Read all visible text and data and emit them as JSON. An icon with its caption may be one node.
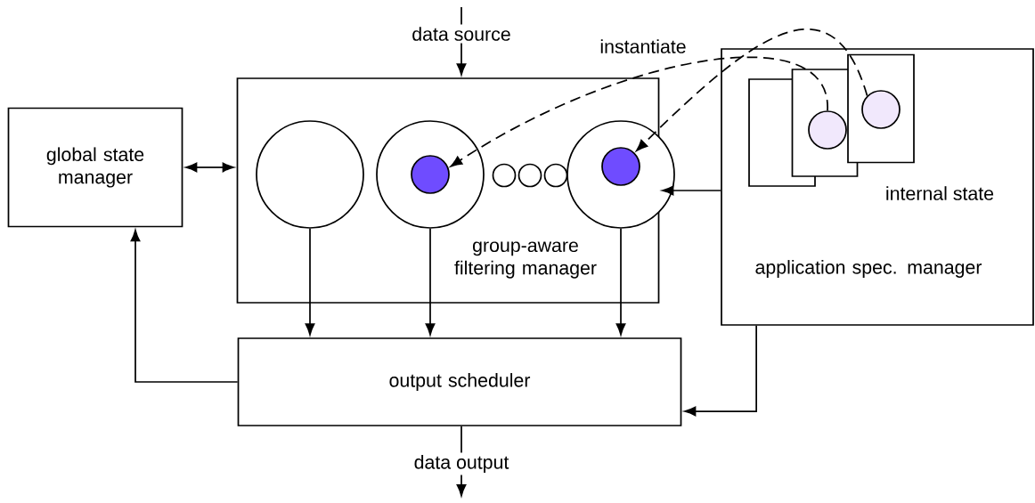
{
  "diagram": {
    "nodes": [
      {
        "text": [
          "global state manager"
        ]
      },
      {
        "text": [
          "group-aware filtering manager"
        ]
      },
      {
        "text": [],
        "shape": "circle",
        "in": 1
      },
      {
        "text": [],
        "shape": "circle",
        "in": 1
      },
      {
        "text": [],
        "shape": "circle",
        "in": 3
      },
      {
        "text": [],
        "shape": "circle",
        "in": 1
      },
      {
        "text": [],
        "shape": "circle",
        "in": 1
      },
      {
        "text": [],
        "shape": "circle",
        "in": 1
      },
      {
        "text": [],
        "shape": "circle",
        "in": 1
      },
      {
        "text": [],
        "shape": "circle",
        "in": 8
      },
      {
        "text": [
          "application spec. manager"
        ]
      },
      {
        "text": [],
        "shape": "box",
        "in": 10
      },
      {
        "text": [],
        "shape": "box",
        "in": 10
      },
      {
        "text": [],
        "shape": "box",
        "in": 10,
        "beside": [
          "internal state"
        ]
      },
      {
        "text": [],
        "shape": "circle",
        "in": 12
      },
      {
        "text": [],
        "shape": "circle",
        "in": 13
      },
      {
        "text": [
          "output scheduler"
        ]
      }
    ],
    "edges": [
      {
        "from": 0,
        "to": 1,
        "arrow": "both"
      },
      {
        "from": 16,
        "to": 0,
        "arrow": "to"
      },
      {
        "from": 2,
        "to": 16,
        "arrow": "to"
      },
      {
        "from": 3,
        "to": 16,
        "arrow": "to"
      },
      {
        "from": 8,
        "to": 16,
        "arrow": "to"
      },
      {
        "from": 10,
        "to": 1,
        "arrow": "to"
      },
      {
        "from": 10,
        "to": 16,
        "arrow": "to"
      },
      {
        "from": null,
        "to": 1,
        "arrow": "to",
        "label": "data source"
      },
      {
        "from": 16,
        "to": null,
        "arrow": "to",
        "label": "data output"
      },
      {
        "from": 14,
        "to": 4,
        "arrow": "to",
        "style": "dashed"
      },
      {
        "from": 15,
        "to": 9,
        "arrow": "to",
        "style": "dashed"
      }
    ],
    "labels": [
      "instantiate"
    ]
  }
}
